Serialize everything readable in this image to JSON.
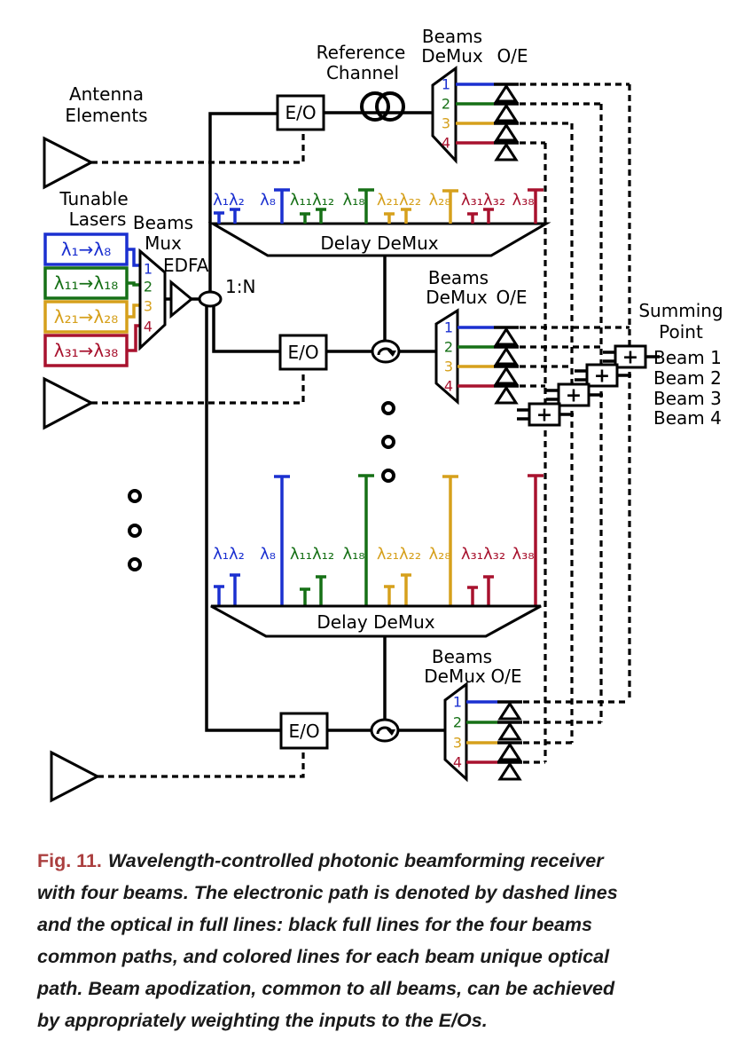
{
  "colors": {
    "beam1": "#1b30d0",
    "beam2": "#167016",
    "beam3": "#d6a01c",
    "beam4": "#a8122e",
    "line": "#000000",
    "text": "#1a1a1a",
    "fig_label": "#ab3f3f",
    "bg": "#ffffff"
  },
  "labels": {
    "antenna_elements": [
      "Antenna",
      "Elements"
    ],
    "tunable_lasers": [
      "Tunable",
      "Lasers"
    ],
    "beams_mux": [
      "Beams",
      "Mux"
    ],
    "edfa": "EDFA",
    "splitter": "1:N",
    "reference_channel": [
      "Reference",
      "Channel"
    ],
    "beams_demux": [
      "Beams",
      "DeMux"
    ],
    "oe": "O/E",
    "eo": "E/O",
    "delay_demux": "Delay DeMux",
    "summing_point": [
      "Summing",
      "Point"
    ],
    "beams": [
      "Beam 1",
      "Beam 2",
      "Beam 3",
      "Beam 4"
    ],
    "plus": "+"
  },
  "lasers": [
    {
      "label": "λ₁→λ₈",
      "color": "#1b30d0"
    },
    {
      "label": "λ₁₁→λ₁₈",
      "color": "#167016"
    },
    {
      "label": "λ₂₁→λ₂₈",
      "color": "#d6a01c"
    },
    {
      "label": "λ₃₁→λ₃₈",
      "color": "#a8122e"
    }
  ],
  "demux_ports": [
    "1",
    "2",
    "3",
    "4"
  ],
  "delay_tap_labels": [
    {
      "text": "λ₁λ₂",
      "color": "#1b30d0"
    },
    {
      "text": "λ₈",
      "color": "#1b30d0"
    },
    {
      "text": "λ₁₁λ₁₂",
      "color": "#167016"
    },
    {
      "text": "λ₁₈",
      "color": "#167016"
    },
    {
      "text": "λ₂₁λ₂₂",
      "color": "#d6a01c"
    },
    {
      "text": "λ₂₈",
      "color": "#d6a01c"
    },
    {
      "text": "λ₃₁λ₃₂",
      "color": "#a8122e"
    },
    {
      "text": "λ₃₈",
      "color": "#a8122e"
    }
  ],
  "caption": {
    "fig": "Fig. 11.",
    "lines": [
      "Wavelength-controlled photonic beamforming receiver",
      "with four beams. The electronic path is denoted by dashed lines",
      "and the optical in full lines: black full lines for the four beams",
      "common paths, and colored lines for each beam unique optical",
      "path. Beam apodization, common to all beams, can be achieved",
      "by appropriately weighting the inputs to the E/Os."
    ]
  }
}
